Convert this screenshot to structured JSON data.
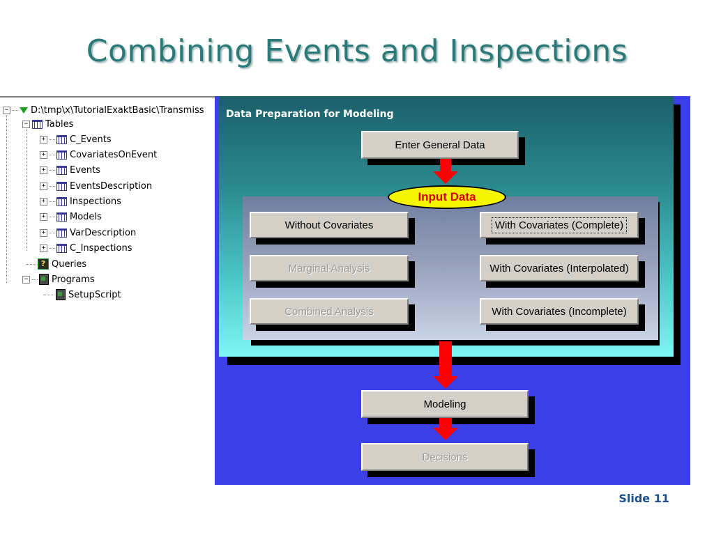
{
  "slide": {
    "title": "Combining Events and Inspections",
    "number_label": "Slide 11"
  },
  "tree": {
    "root": {
      "label": "D:\\tmp\\x\\TutorialExaktBasic\\Transmiss",
      "icon": "database-icon",
      "expander": "−"
    },
    "tables": {
      "label": "Tables",
      "icon": "table-icon",
      "expander": "−"
    },
    "table_items": [
      {
        "label": "C_Events",
        "expander": "+"
      },
      {
        "label": "CovariatesOnEvent",
        "expander": "+"
      },
      {
        "label": "Events",
        "expander": "+"
      },
      {
        "label": "EventsDescription",
        "expander": "+"
      },
      {
        "label": "Inspections",
        "expander": "+"
      },
      {
        "label": "Models",
        "expander": "+"
      },
      {
        "label": "VarDescription",
        "expander": "+"
      },
      {
        "label": "C_Inspections",
        "expander": "+"
      }
    ],
    "queries": {
      "label": "Queries",
      "icon": "query-icon"
    },
    "programs": {
      "label": "Programs",
      "icon": "program-icon",
      "expander": "−"
    },
    "program_items": [
      {
        "label": "SetupScript",
        "icon": "script-icon"
      }
    ]
  },
  "diagram": {
    "panel_title": "Data Preparation for Modeling",
    "enter_general_data": "Enter General Data",
    "input_data_label": "Input Data",
    "left_buttons": [
      {
        "label": "Without Covariates",
        "enabled": true
      },
      {
        "label": "Marginal Analysis",
        "enabled": false
      },
      {
        "label": "Combined Analysis",
        "enabled": false
      }
    ],
    "right_buttons": [
      {
        "label": "With Covariates (Complete)",
        "enabled": true,
        "focused": true
      },
      {
        "label": "With Covariates (Interpolated)",
        "enabled": true
      },
      {
        "label": "With Covariates (Incomplete)",
        "enabled": true
      }
    ],
    "modeling": {
      "label": "Modeling",
      "enabled": true
    },
    "decisions": {
      "label": "Decisions",
      "enabled": false
    }
  },
  "colors": {
    "title": "#2a7a7a",
    "diagram_bg": "#3b3fe6",
    "arrow": "#ff0000",
    "pill_bg": "#f5f500",
    "pill_text": "#d40000",
    "slide_number": "#1e4f8a"
  }
}
